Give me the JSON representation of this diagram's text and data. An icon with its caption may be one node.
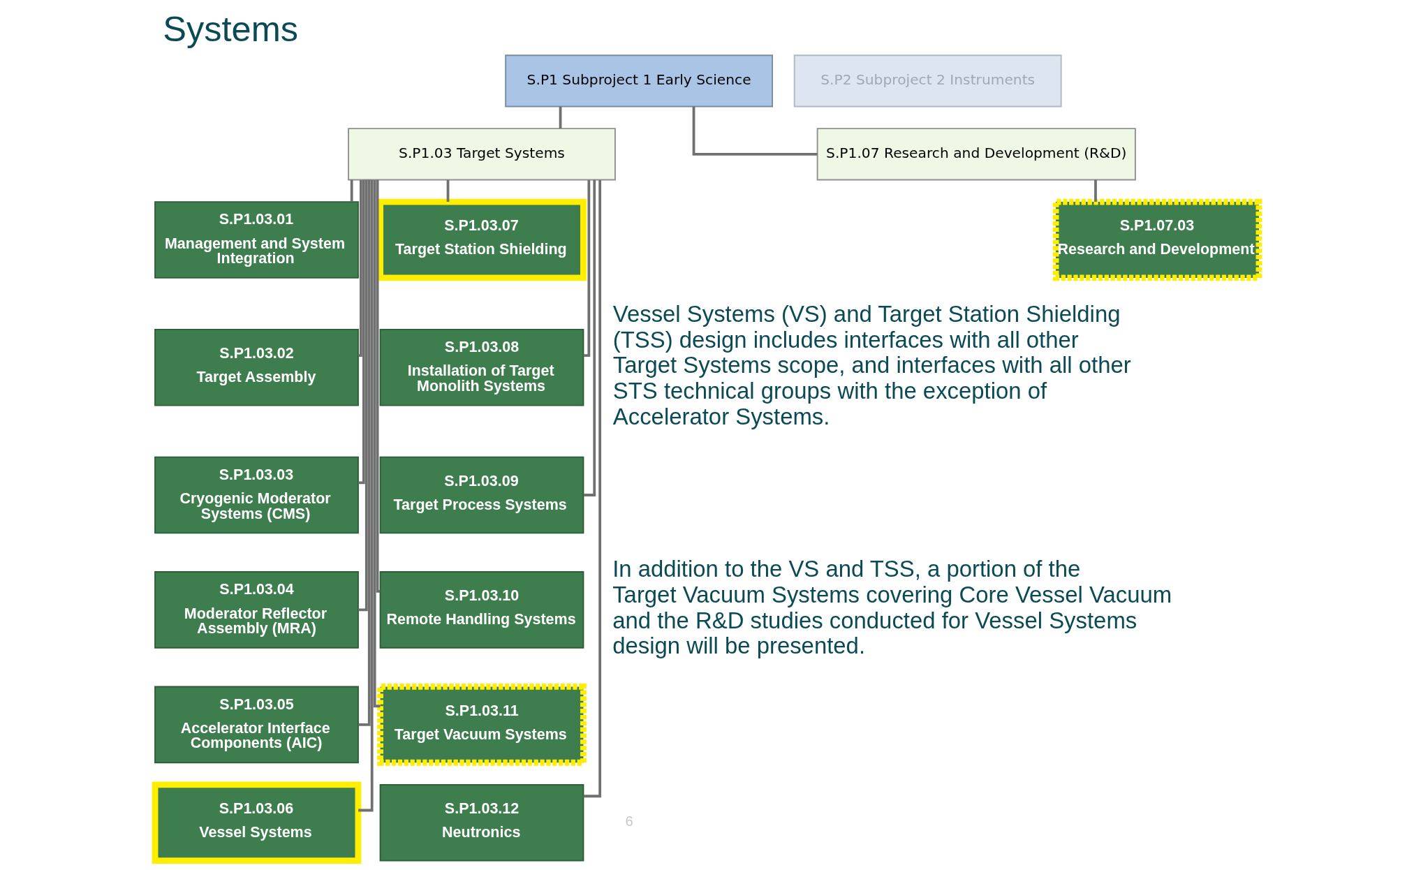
{
  "diagram": {
    "title": "Systems",
    "nodes": [
      {
        "text": [
          "S.P1 Subproject 1 Early Science"
        ]
      },
      {
        "text": [
          "S.P2 Subproject 2 Instruments"
        ]
      },
      {
        "text": [
          "S.P1.03 Target Systems"
        ]
      },
      {
        "text": [
          "S.P1.07 Research and Development (R&D)"
        ]
      },
      {
        "text": [
          "S.P1.07.03",
          "Research and Development"
        ]
      },
      {
        "text": [
          "S.P1.03.01",
          "Management and System Integration"
        ]
      },
      {
        "text": [
          "S.P1.03.02",
          "Target Assembly"
        ]
      },
      {
        "text": [
          "S.P1.03.03",
          "Cryogenic Moderator Systems (CMS)"
        ]
      },
      {
        "text": [
          "S.P1.03.04",
          "Moderator Reflector Assembly (MRA)"
        ]
      },
      {
        "text": [
          "S.P1.03.05",
          "Accelerator Interface Components (AIC)"
        ]
      },
      {
        "text": [
          "S.P1.03.06",
          "Vessel Systems"
        ]
      },
      {
        "text": [
          "S.P1.03.07",
          "Target Station Shielding"
        ]
      },
      {
        "text": [
          "S.P1.03.08",
          "Installation of Target Monolith Systems"
        ]
      },
      {
        "text": [
          "S.P1.03.09",
          "Target Process Systems"
        ]
      },
      {
        "text": [
          "S.P1.03.10",
          "Remote Handling Systems"
        ]
      },
      {
        "text": [
          "S.P1.03.11",
          "Target Vacuum Systems"
        ]
      },
      {
        "text": [
          "S.P1.03.12",
          "Neutronics"
        ]
      }
    ],
    "edges": [
      {
        "from": 0,
        "to": 2,
        "arrow": "none"
      },
      {
        "from": 0,
        "to": 3,
        "arrow": "none"
      },
      {
        "from": 3,
        "to": 4,
        "arrow": "none"
      },
      {
        "from": 2,
        "to": 5,
        "arrow": "none"
      },
      {
        "from": 2,
        "to": 6,
        "arrow": "none"
      },
      {
        "from": 2,
        "to": 7,
        "arrow": "none"
      },
      {
        "from": 2,
        "to": 8,
        "arrow": "none"
      },
      {
        "from": 2,
        "to": 9,
        "arrow": "none"
      },
      {
        "from": 2,
        "to": 10,
        "arrow": "none"
      },
      {
        "from": 2,
        "to": 11,
        "arrow": "none"
      },
      {
        "from": 2,
        "to": 12,
        "arrow": "none"
      },
      {
        "from": 2,
        "to": 13,
        "arrow": "none"
      },
      {
        "from": 2,
        "to": 14,
        "arrow": "none"
      },
      {
        "from": 2,
        "to": 15,
        "arrow": "none"
      },
      {
        "from": 2,
        "to": 16,
        "arrow": "none"
      }
    ],
    "labels": [
      "Vessel Systems (VS) and Target Station Shielding (TSS) design includes interfaces with all other Target Systems scope, and interfaces with all other STS technical groups with the exception of Accelerator Systems.",
      "In addition to the VS and TSS, a portion of the Target Vacuum Systems covering Core Vessel Vacuum and the R&D studies conducted for Vessel Systems design will be presented.",
      "6"
    ]
  }
}
